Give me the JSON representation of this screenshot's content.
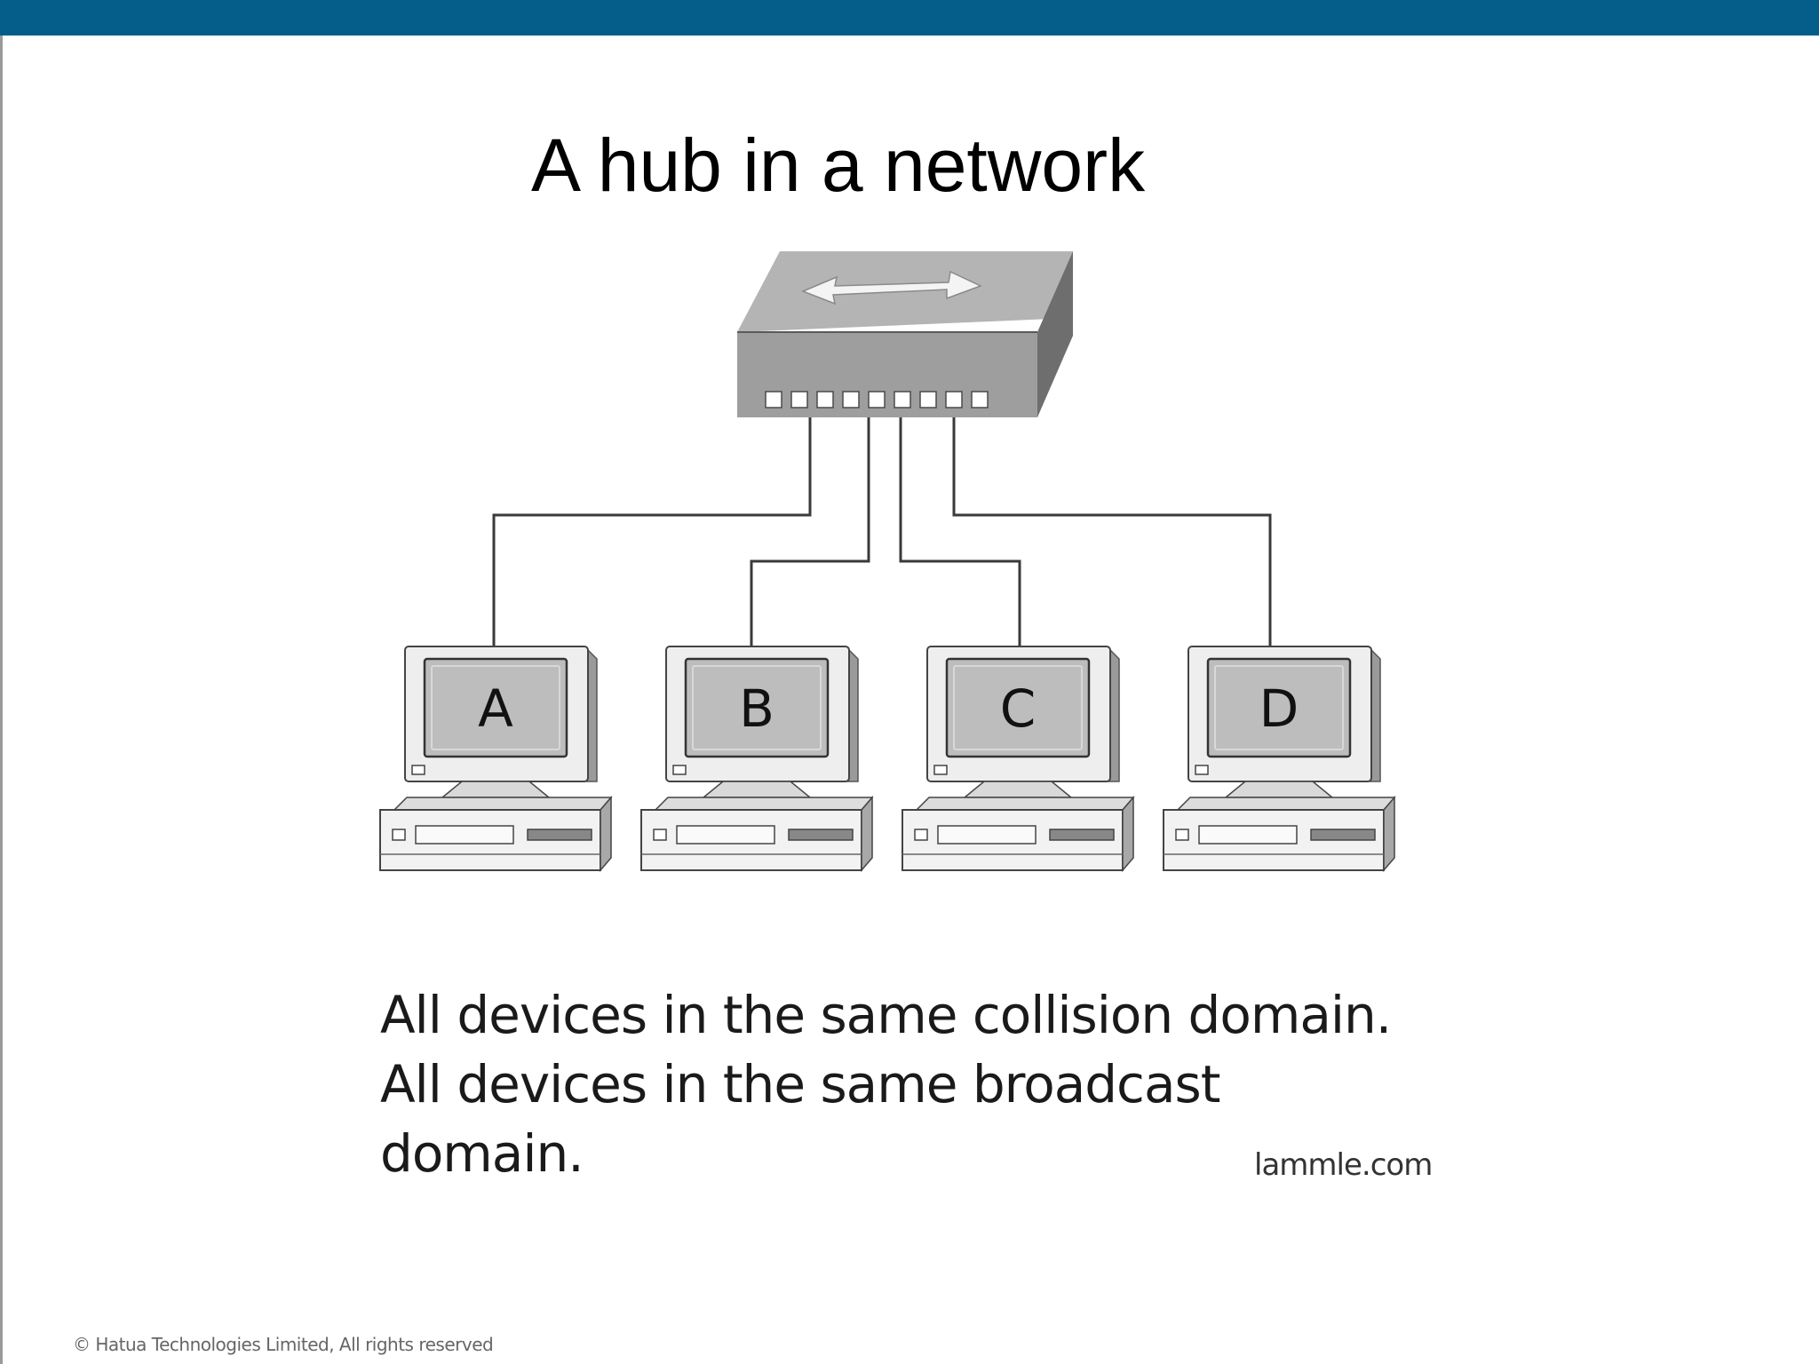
{
  "slide": {
    "title": "A hub in a network",
    "caption_lines": [
      "All devices in the same collision domain.",
      "All devices in the same broadcast",
      "domain."
    ],
    "source": "lammle.com",
    "copyright": "© Hatua Technologies Limited, All rights reserved"
  },
  "diagram": {
    "hub": {
      "ports": 9,
      "icon": "bidirectional-arrow-icon"
    },
    "computers": [
      {
        "label": "A"
      },
      {
        "label": "B"
      },
      {
        "label": "C"
      },
      {
        "label": "D"
      }
    ]
  },
  "colors": {
    "top_bar": "#055e8a",
    "hub_top": "#b4b4b4",
    "hub_front": "#9e9e9e",
    "hub_side": "#6e6e6e",
    "cable": "#3a3a3a",
    "screen": "#bdbdbd"
  }
}
